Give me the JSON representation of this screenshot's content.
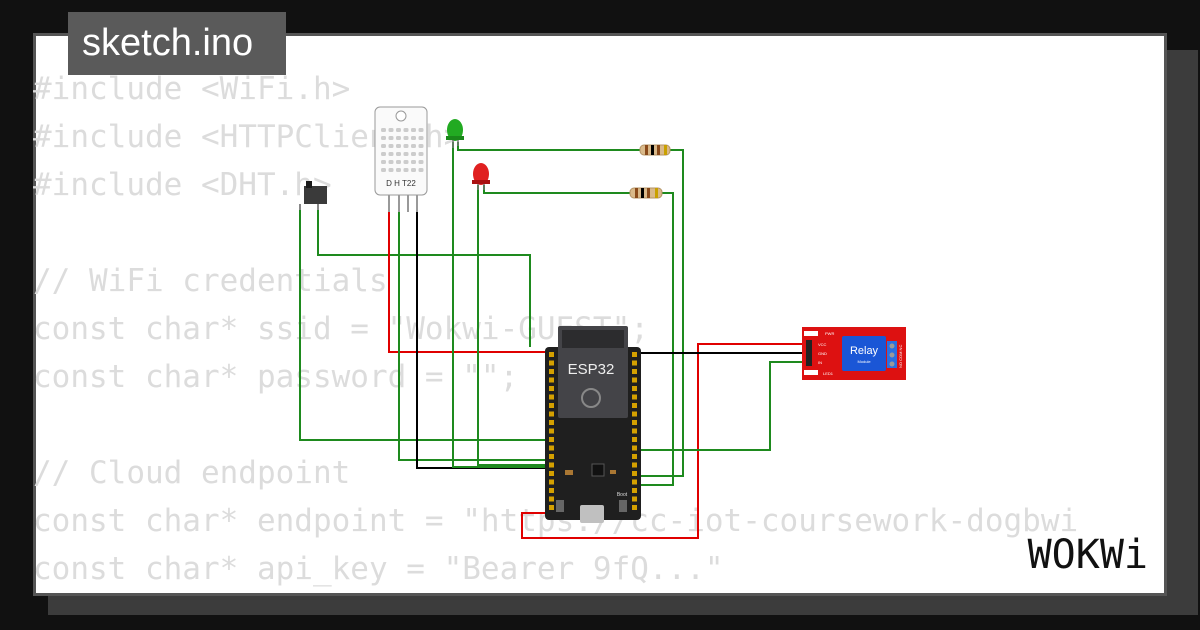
{
  "tab": {
    "filename": "sketch.ino"
  },
  "code_lines": [
    "#include <WiFi.h>",
    "#include <HTTPClient.h>",
    "#include <DHT.h>",
    "",
    "// WiFi credentials",
    "const char* ssid = \"Wokwi-GUEST\";",
    "const char* password = \"\";",
    "",
    "// Cloud endpoint",
    "const char* endpoint = \"https://cc-iot-coursework-dogbwi",
    "const char* api_key = \"Bearer 9fQ...\""
  ],
  "components": {
    "dht_label": "D H T22",
    "esp32_label": "ESP32",
    "relay_label": "Relay",
    "relay_sub": "Module",
    "relay_pins": [
      "VCC",
      "GND",
      "IN"
    ],
    "relay_pwr": "PWR",
    "relay_led": "LED1",
    "relay_terms": "NO COM NC",
    "boot_label": "Boot"
  },
  "brand": {
    "logo_text": "WOKWi"
  },
  "colors": {
    "page_bg": "#111111",
    "card_bg": "#ffffff",
    "code_text": "#dcdcdc",
    "tab_bg": "#5a5a5a",
    "wire_green": "#1e8a1e",
    "wire_red": "#e00000",
    "wire_black": "#000000",
    "relay_red": "#dd1111",
    "relay_blue": "#1a56d6"
  }
}
